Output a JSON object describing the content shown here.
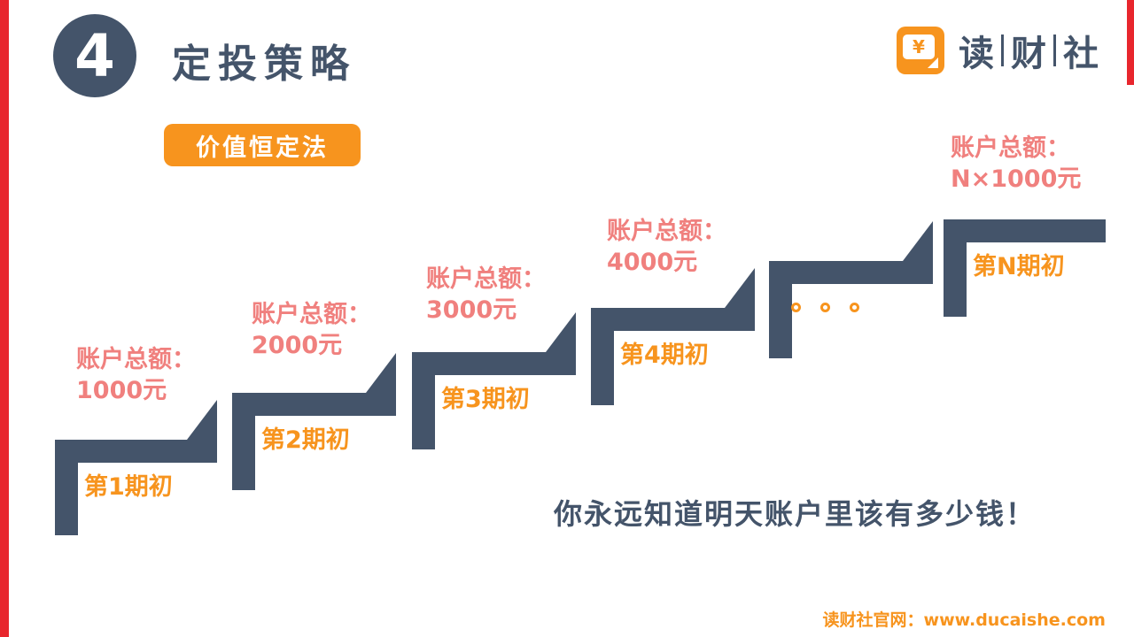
{
  "slide": {
    "number": "4",
    "title": "定投策略",
    "badge": "价值恒定法",
    "slogan": "你永远知道明天账户里该有多少钱！",
    "dots": "。。。",
    "footer": "读财社官网：www.ducaishe.com"
  },
  "logo": {
    "name": "读财社",
    "chars": [
      "读",
      "财",
      "社"
    ],
    "symbol": "¥"
  },
  "steps": [
    {
      "label": "第1期初",
      "account_label": "账户总额：",
      "amount": "1000元"
    },
    {
      "label": "第2期初",
      "account_label": "账户总额：",
      "amount": "2000元"
    },
    {
      "label": "第3期初",
      "account_label": "账户总额：",
      "amount": "3000元"
    },
    {
      "label": "第4期初",
      "account_label": "账户总额：",
      "amount": "4000元"
    },
    {
      "label": "第N期初",
      "account_label": "账户总额：",
      "amount": "N×1000元"
    }
  ],
  "colors": {
    "red": "#E8262D",
    "slate": "#44546A",
    "orange": "#F7941E",
    "pink": "#F0807E"
  }
}
